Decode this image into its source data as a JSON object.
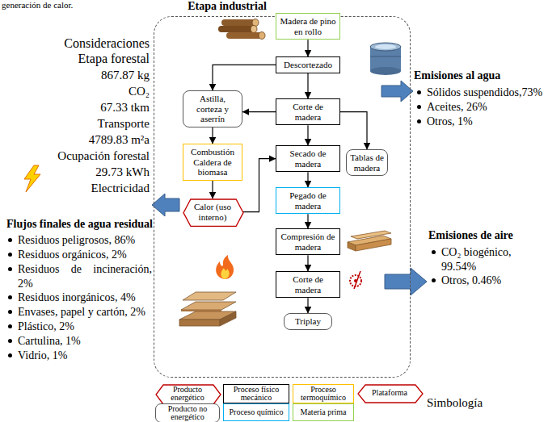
{
  "diagram": {
    "nodes": [
      {
        "text": [
          "Etapa industrial"
        ]
      },
      {
        "text": [
          "Madera de pino en rollo"
        ],
        "in": 0
      },
      {
        "text": [
          "Descortezado"
        ],
        "in": 0
      },
      {
        "text": [
          "Astilla, corteza y aserrín"
        ],
        "in": 0
      },
      {
        "text": [
          "Corte de madera"
        ],
        "in": 0
      },
      {
        "text": [
          "Tablas de madera"
        ],
        "in": 0
      },
      {
        "text": [
          "Combustión Caldera de biomasa"
        ],
        "in": 0
      },
      {
        "text": [
          "Secado de madera"
        ],
        "in": 0
      },
      {
        "text": [
          "Pegado de madera"
        ],
        "in": 0
      },
      {
        "text": [
          "Calor (uso interno)"
        ],
        "in": 0
      },
      {
        "text": [
          "Compresión de madera"
        ],
        "in": 0
      },
      {
        "text": [
          "Corte de madera"
        ],
        "in": 0
      },
      {
        "text": [
          "Triplay"
        ],
        "in": 0
      }
    ],
    "edges": [
      {
        "from": 1,
        "to": 2,
        "arrow": "to"
      },
      {
        "from": 2,
        "to": 4,
        "arrow": "to"
      },
      {
        "from": 2,
        "to": 3,
        "arrow": "to"
      },
      {
        "from": 4,
        "to": 3,
        "arrow": "to"
      },
      {
        "from": 4,
        "to": 5,
        "arrow": "to"
      },
      {
        "from": 4,
        "to": 7,
        "arrow": "to"
      },
      {
        "from": 3,
        "to": 6,
        "arrow": "to"
      },
      {
        "from": 6,
        "to": 9,
        "arrow": "to"
      },
      {
        "from": 9,
        "to": 7,
        "arrow": "to"
      },
      {
        "from": 7,
        "to": 8,
        "arrow": "to"
      },
      {
        "from": 8,
        "to": 10,
        "arrow": "to"
      },
      {
        "from": 10,
        "to": 11,
        "arrow": "to"
      },
      {
        "from": 11,
        "to": 12,
        "arrow": "to"
      }
    ],
    "labels": [
      "generación de calor.",
      "Consideraciones Etapa forestal",
      "867.87 kg",
      "CO₂",
      "67.33 tkm",
      "Transporte",
      "4789.83 m²a",
      "Ocupación forestal",
      "29.73 kWh",
      "Electricidad",
      "Flujos finales de agua residual",
      "Residuos peligrosos, 86%",
      "Residuos orgánicos, 2%",
      "Residuos de incineración, 2%",
      "Residuos inorgánicos, 4%",
      "Envases, papel y cartón, 2%",
      "Plástico, 2%",
      "Cartulina, 1%",
      "Vidrio, 1%",
      "Emisiones al agua",
      "Sólidos suspendidos,73%",
      "Aceites, 26%",
      "Otros, 1%",
      "Emisiones de aire",
      "CO₂ biogénico, 99.54%",
      "Otros, 0.46%",
      "Simbología"
    ],
    "legend": [
      {
        "text": "Producto energético"
      },
      {
        "text": "Proceso físico mecánico"
      },
      {
        "text": "Proceso termoquímico"
      },
      {
        "text": "Plataforma"
      },
      {
        "text": "Producto no energético"
      },
      {
        "text": "Proceso químico"
      },
      {
        "text": "Materia prima"
      }
    ]
  }
}
